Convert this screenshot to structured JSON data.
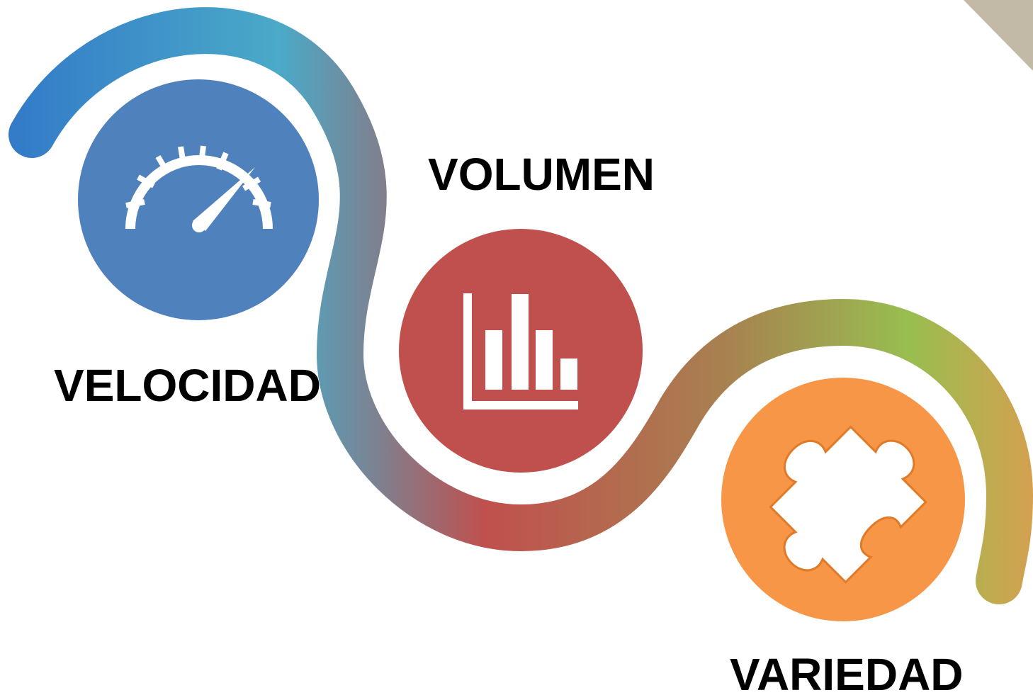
{
  "stages": [
    {
      "key": "velocidad",
      "label": "VELOCIDAD",
      "icon": "speedometer-icon",
      "color": "#4f81bd"
    },
    {
      "key": "volumen",
      "label": "VOLUMEN",
      "icon": "bar-chart-icon",
      "color": "#c0504d"
    },
    {
      "key": "variedad",
      "label": "VARIEDAD",
      "icon": "puzzle-piece-icon",
      "color": "#f79646"
    }
  ],
  "path_gradient": [
    "#3278c8",
    "#4aaac8",
    "#7a8494",
    "#c0504d",
    "#a8a050",
    "#98be50",
    "#d4a050"
  ]
}
